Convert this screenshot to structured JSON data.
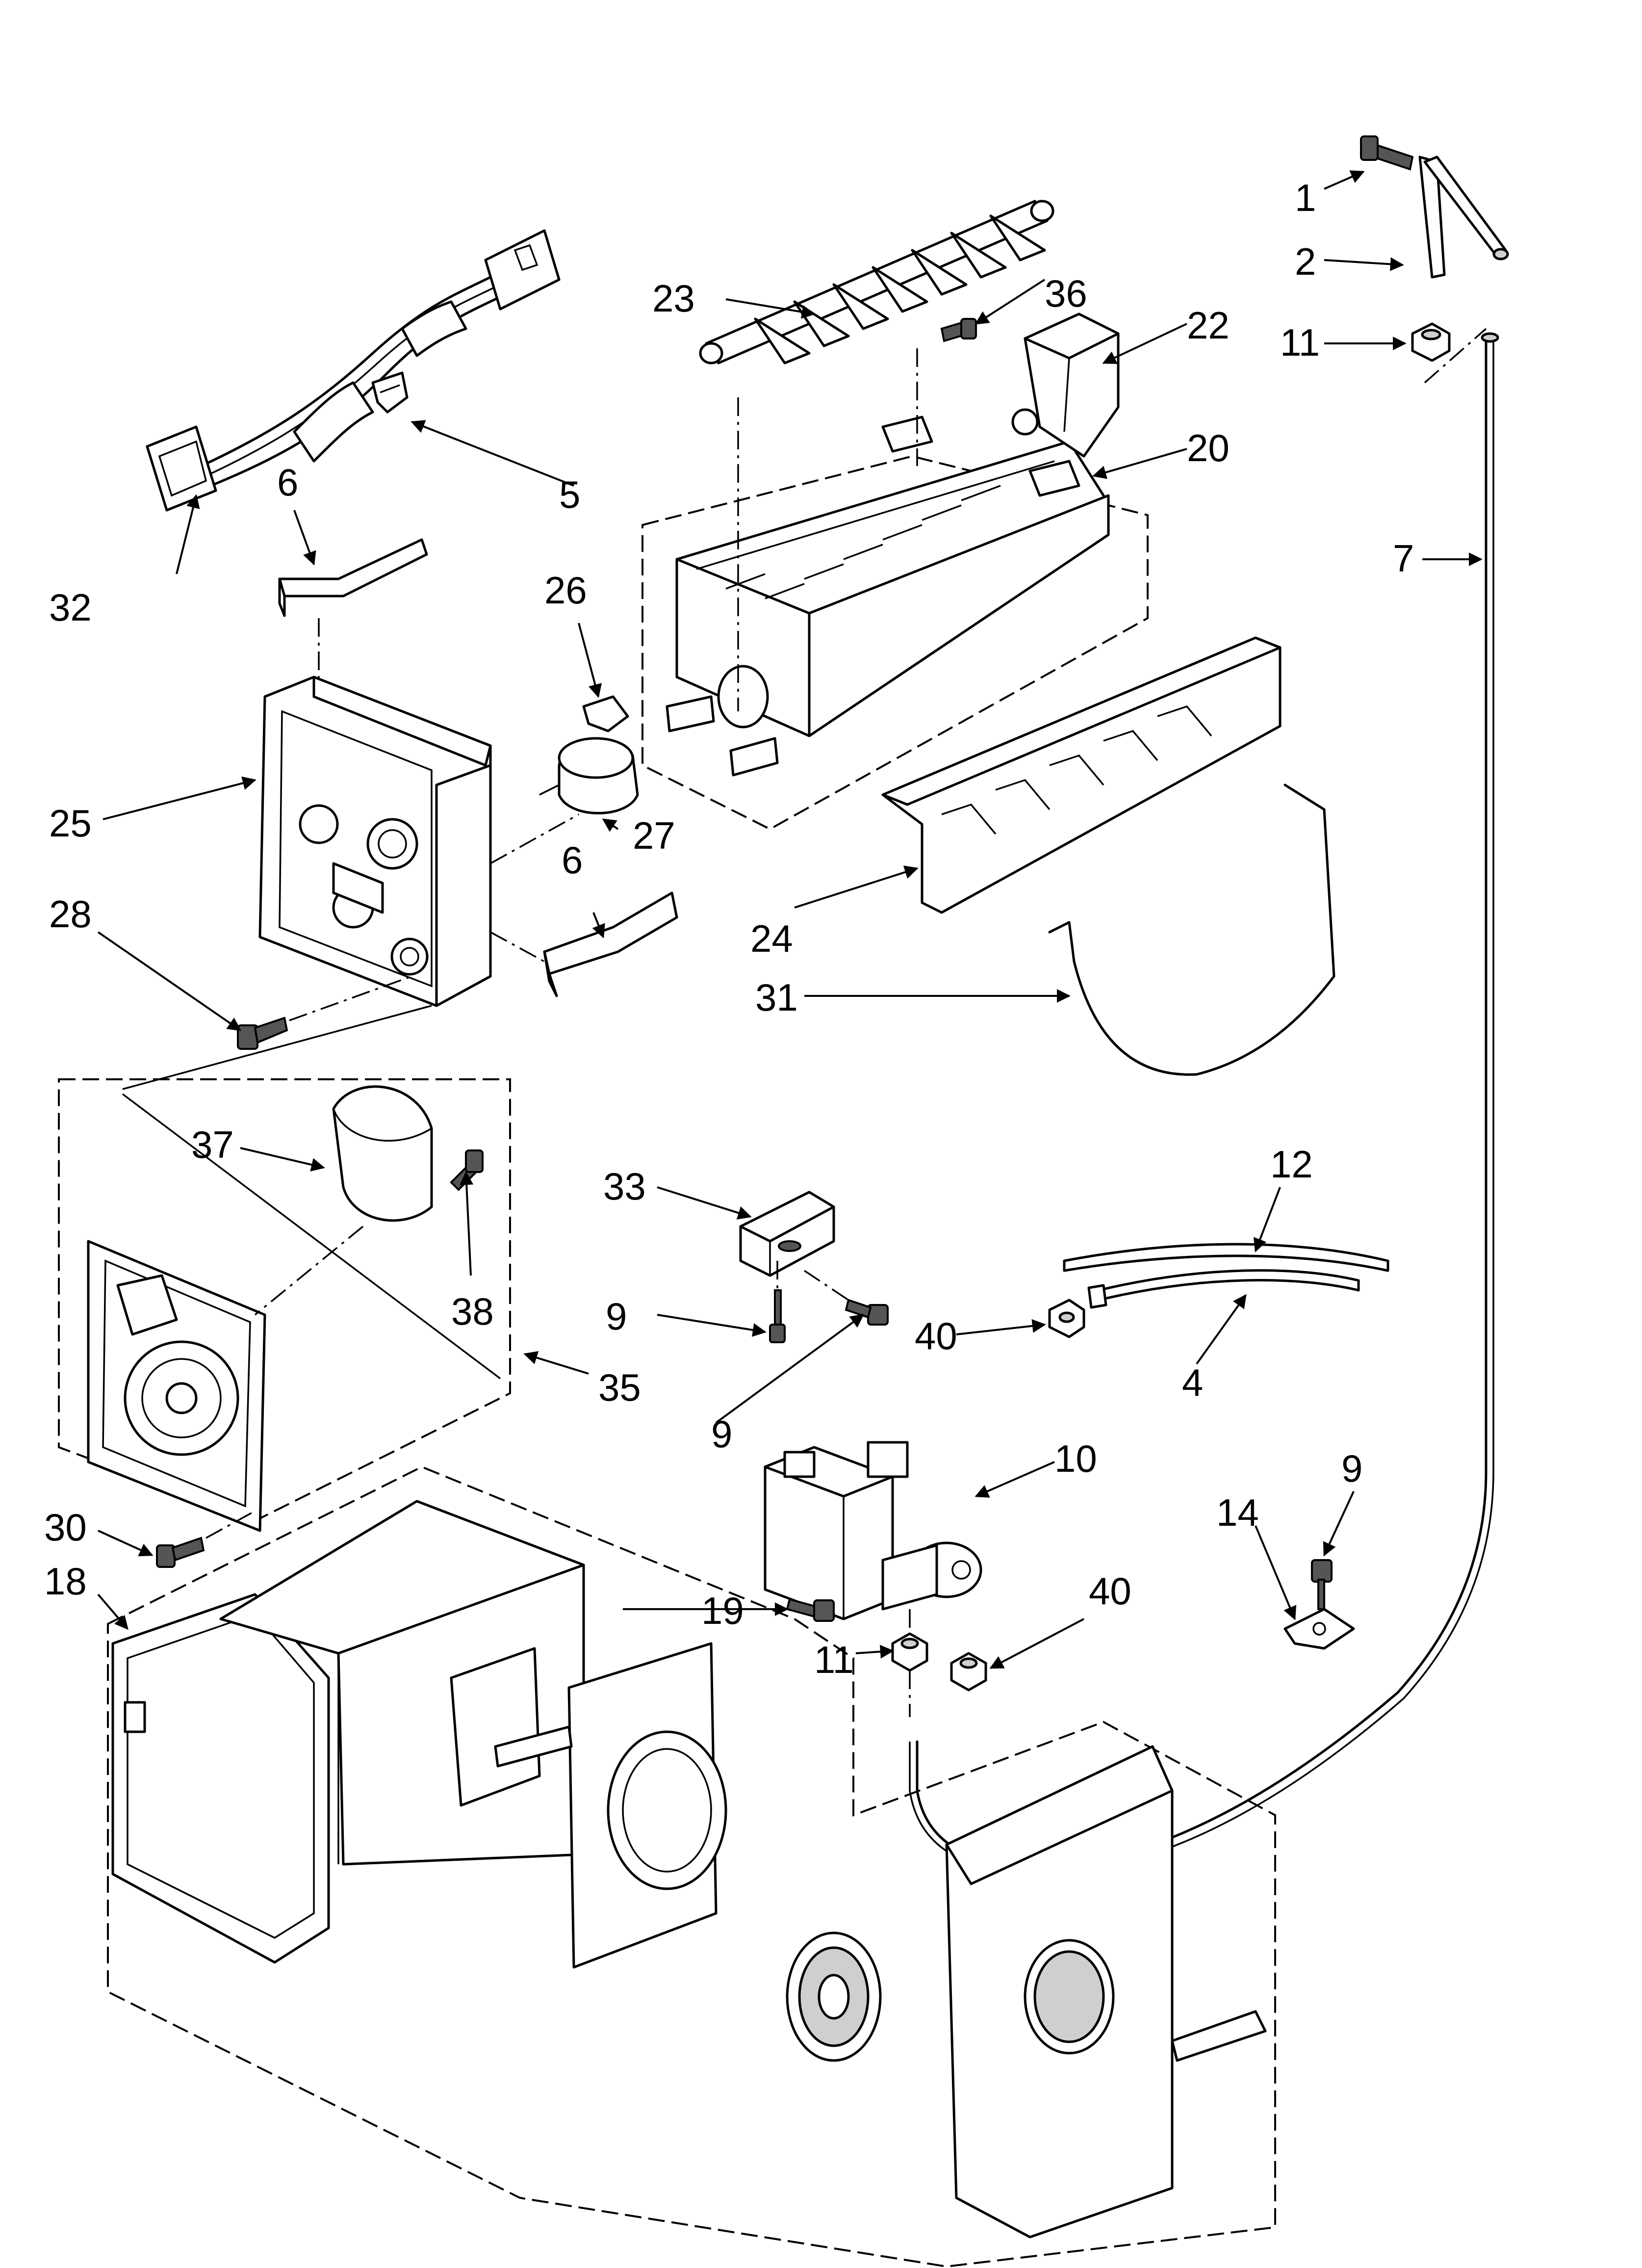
{
  "callouts": {
    "c1": "1",
    "c2": "2",
    "c4": "4",
    "c5": "5",
    "c6a": "6",
    "c6b": "6",
    "c7": "7",
    "c9a": "9",
    "c9b": "9",
    "c9c": "9",
    "c10": "10",
    "c11a": "11",
    "c11b": "11",
    "c12": "12",
    "c14": "14",
    "c18": "18",
    "c19": "19",
    "c20": "20",
    "c22": "22",
    "c23": "23",
    "c24": "24",
    "c25": "25",
    "c26": "26",
    "c27": "27",
    "c28": "28",
    "c30": "30",
    "c31": "31",
    "c32": "32",
    "c33": "33",
    "c35": "35",
    "c36": "36",
    "c37": "37",
    "c38": "38",
    "c40a": "40",
    "c40b": "40"
  }
}
